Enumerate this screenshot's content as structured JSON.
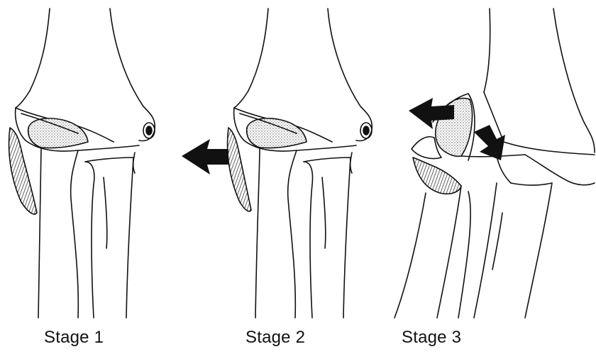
{
  "stages": [
    {
      "label": "Stage 1"
    },
    {
      "label": "Stage 2"
    },
    {
      "label": "Stage 3"
    }
  ],
  "colors": {
    "line": "#111111",
    "fill": "#ffffff",
    "stipple": "#bdbdbd",
    "arrow": "#111111"
  }
}
